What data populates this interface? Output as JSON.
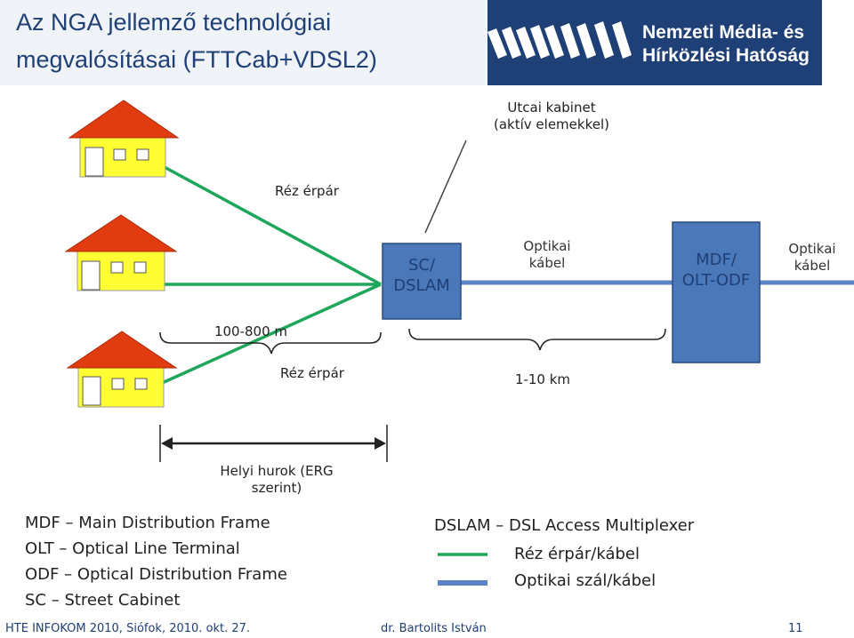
{
  "title": {
    "line1": "Az NGA jellemző technológiai",
    "line2": "megvalósításai (FTTCab+VDSL2)"
  },
  "logo": {
    "line1": "Nemzeti Média- és",
    "line2": "Hírközlési Hatóság"
  },
  "colors": {
    "header": "#1f3f77",
    "copper": "#1ea65a",
    "fiber": "#5b84c4",
    "box": "#4a78b9",
    "roof": "#e03c10",
    "house": "#ffff33"
  },
  "diagram": {
    "cabinet_callout": {
      "line1": "Utcai kabinet",
      "line2": "(aktív elemekkel)"
    },
    "copper_top": "Réz érpár",
    "copper_bottom": "Réz érpár",
    "distance_local": "100-800 m",
    "distance_fiber": "1-10 km",
    "fiber_mid": {
      "line1": "Optikai",
      "line2": "kábel"
    },
    "fiber_right": {
      "line1": "Optikai",
      "line2": "kábel"
    },
    "dslam_box": {
      "line1": "SC/",
      "line2": "DSLAM"
    },
    "mdf_box": {
      "line1": "MDF/",
      "line2": "OLT-ODF"
    },
    "local_loop": {
      "line1": "Helyi hurok (ERG",
      "line2": "szerint)"
    }
  },
  "legend": {
    "abbreviations": [
      "MDF – Main Distribution Frame",
      "OLT – Optical Line Terminal",
      "ODF – Optical Distribution Frame",
      "SC – Street Cabinet"
    ],
    "dslam": "DSLAM – DSL Access Multiplexer",
    "copper": "Réz érpár/kábel",
    "fiber": "Optikai szál/kábel"
  },
  "footer": {
    "left": "HTE INFOKOM 2010, Siófok, 2010. okt. 27.",
    "center": "dr. Bartolits István",
    "page": "11"
  }
}
